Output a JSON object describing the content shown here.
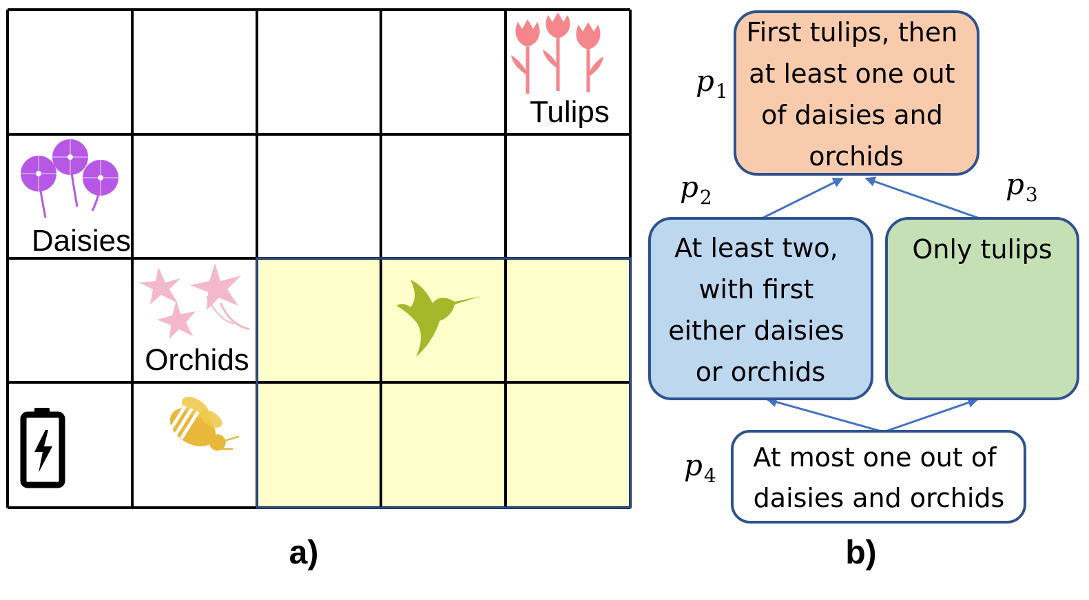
{
  "panel_a": {
    "label": "a)",
    "cells": {
      "tulips": "Tulips",
      "daisies": "Daisies",
      "orchids": "Orchids"
    },
    "icons": [
      "tulips-icon",
      "daisies-icon",
      "orchids-icon",
      "hummingbird-icon",
      "bee-icon",
      "battery-icon"
    ],
    "colors": {
      "grid": "#000000",
      "highlight_fill": "#ffffcc",
      "highlight_border": "#2f4f8f",
      "tulip": "#f4868c",
      "daisy": "#b657e6",
      "orchid": "#f4b8cc",
      "hummingbird": "#a4b82a",
      "bee": "#e8b83a"
    }
  },
  "panel_b": {
    "label": "b)",
    "nodes": {
      "p1": {
        "sym": "p",
        "sub": "1",
        "lines": [
          "First tulips, then",
          "at least one out",
          "of daisies and",
          "orchids"
        ]
      },
      "p2": {
        "sym": "p",
        "sub": "2",
        "lines": [
          "At least two,",
          "with first",
          "either daisies",
          "or orchids"
        ]
      },
      "p3": {
        "sym": "p",
        "sub": "3",
        "lines": [
          "Only tulips"
        ]
      },
      "p4": {
        "sym": "p",
        "sub": "4",
        "lines": [
          "At most one out of",
          "daisies and orchids"
        ]
      }
    },
    "colors": {
      "p1_fill": "#f8cbad",
      "p2_fill": "#bdd7ee",
      "p3_fill": "#c5e0b4",
      "p4_fill": "#ffffff",
      "border": "#2f528f",
      "arrow": "#4472c4"
    }
  }
}
